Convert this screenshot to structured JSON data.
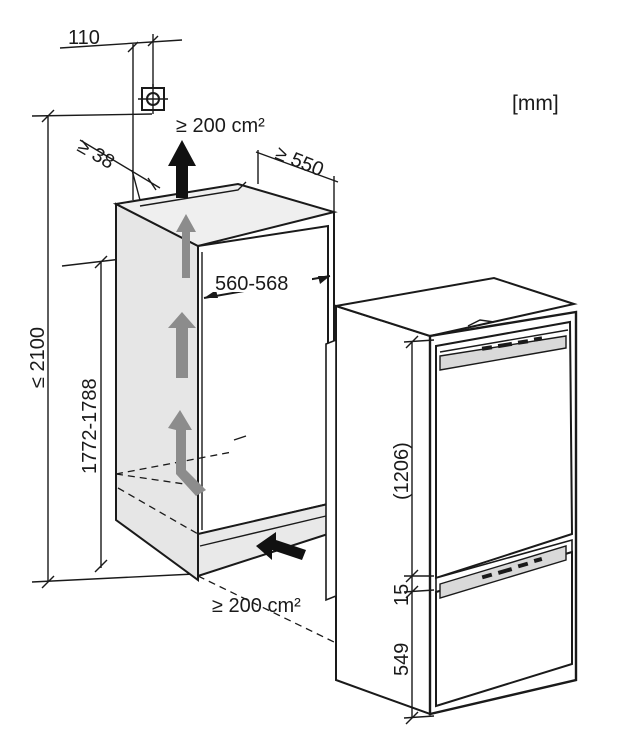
{
  "units_label": "[mm]",
  "dimensions": {
    "offset_110": "110",
    "depth_38": "≥ 38",
    "depth_550": "≥ 550",
    "width_560_568": "560-568",
    "height_2100": "≤ 2100",
    "height_1772_1788": "1772-1788",
    "height_1206": "(1206)",
    "gap_15": "15",
    "height_549": "549"
  },
  "ventilation": {
    "top_opening": "≥ 200 cm²",
    "bottom_opening": "≥ 200 cm²",
    "air_arrow_color": "#8c8c8c",
    "outlet_arrow_color": "#111111"
  },
  "icons": {
    "ceiling_socket": "socket-icon",
    "airflow": "airflow-arrow-icon",
    "inflow": "inflow-arrow-icon",
    "outflow": "outflow-arrow-icon"
  }
}
